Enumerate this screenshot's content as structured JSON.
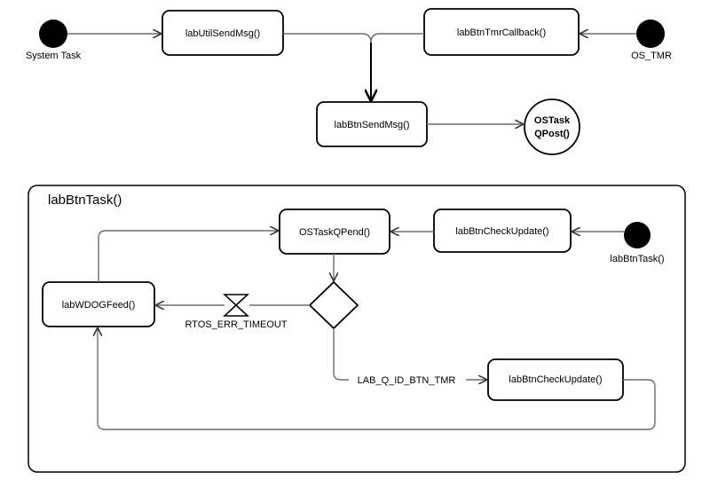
{
  "top": {
    "system_task_label": "System Task",
    "os_tmr_label": "OS_TMR",
    "util_send_msg": "labUtilSendMsg()",
    "btn_tmr_callback": "labBtnTmrCallback()",
    "btn_send_msg": "labBtnSendMsg()",
    "os_task_qpost_line1": "OSTask",
    "os_task_qpost_line2": "QPost()"
  },
  "task": {
    "title": "labBtnTask()",
    "start_label": "labBtnTask()",
    "check_update_top": "labBtnCheckUpdate()",
    "qpend": "OSTaskQPend()",
    "wdog_feed": "labWDOGFeed()",
    "timeout_label": "RTOS_ERR_TIMEOUT",
    "btn_tmr_label": "LAB_Q_ID_BTN_TMR",
    "check_update_bottom": "labBtnCheckUpdate()"
  }
}
